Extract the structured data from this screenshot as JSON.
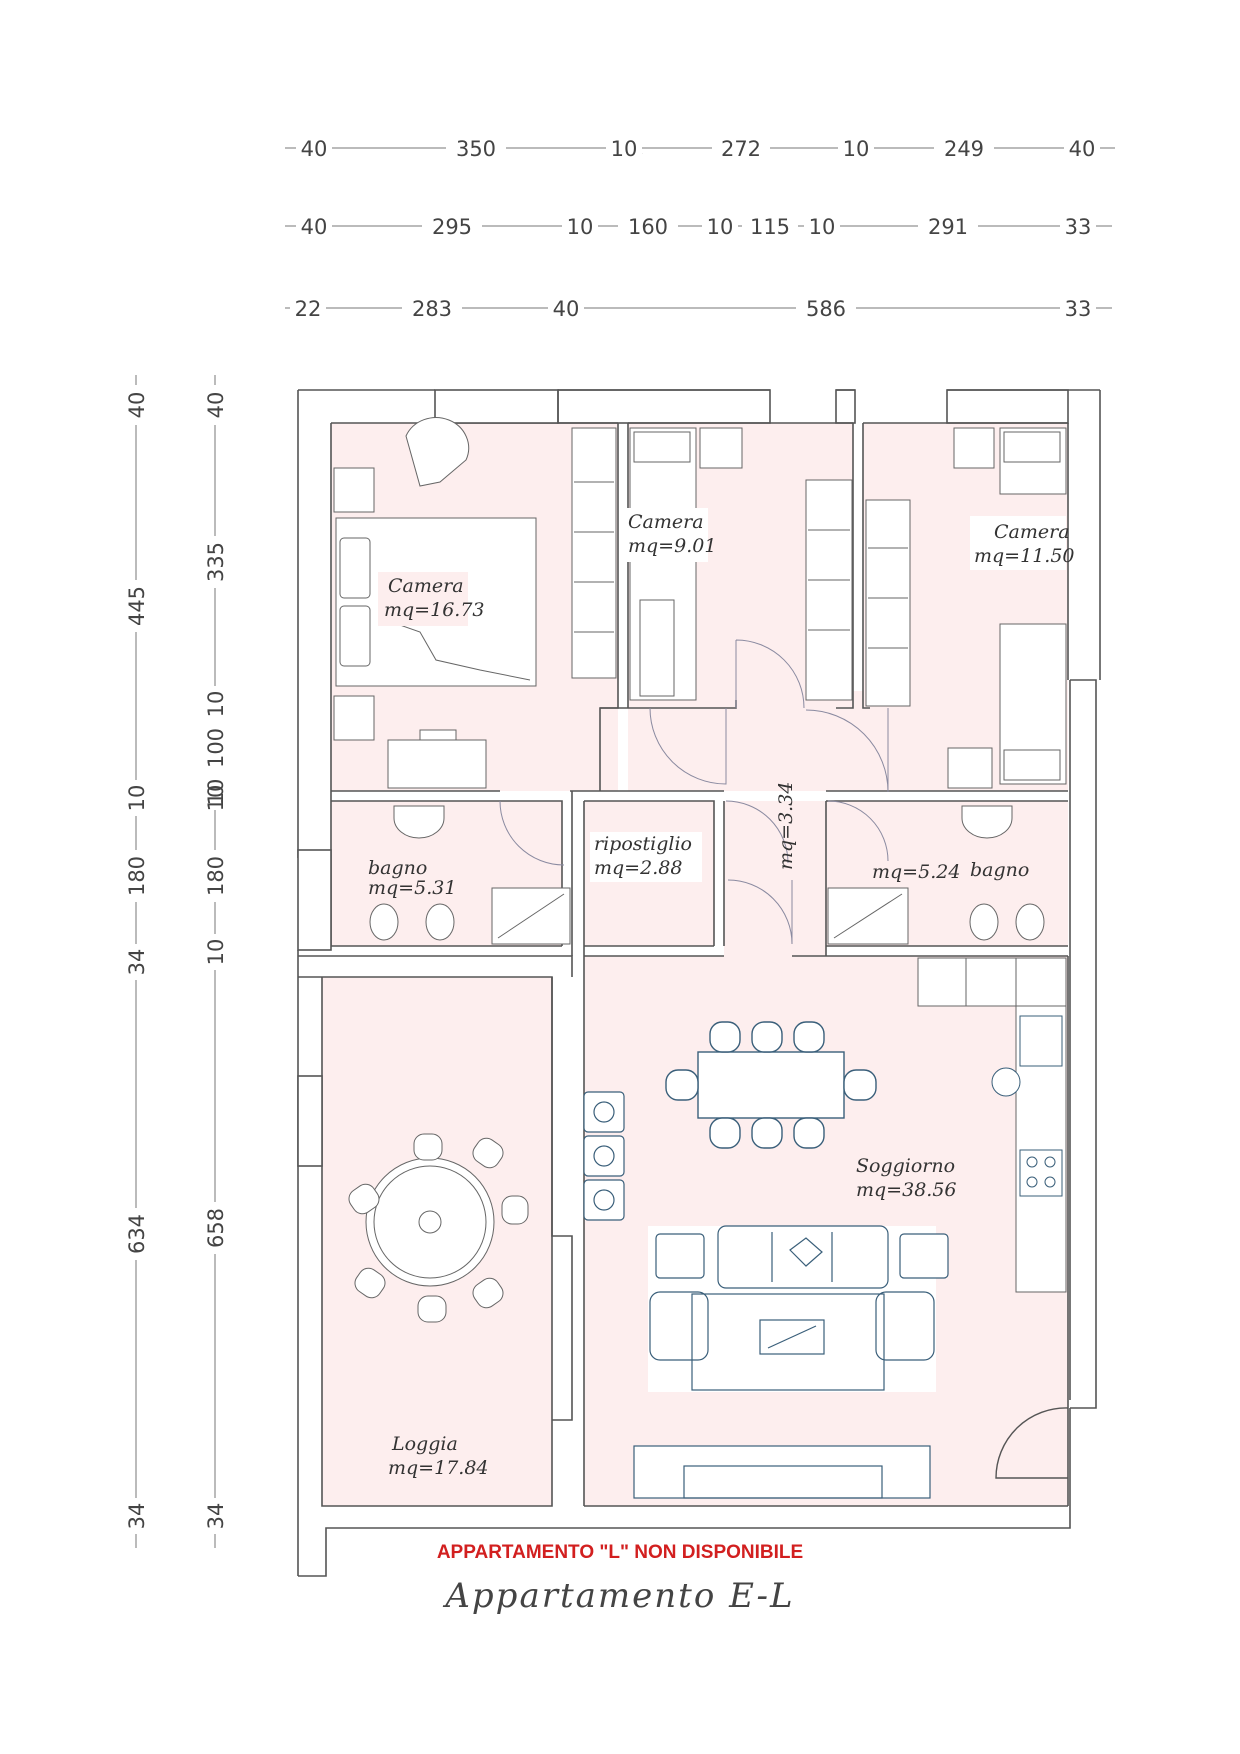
{
  "dimensions": {
    "top_row1": [
      "40",
      "350",
      "10",
      "272",
      "10",
      "249",
      "40"
    ],
    "top_row2": [
      "40",
      "295",
      "10",
      "160",
      "10",
      "115",
      "10",
      "291",
      "33"
    ],
    "top_row3": [
      "22",
      "283",
      "40",
      "586",
      "33"
    ],
    "left_col1": [
      "40",
      "445",
      "10",
      "180",
      "34",
      "634",
      "34"
    ],
    "left_col2": [
      "40",
      "335",
      "10",
      "100",
      "10",
      "10",
      "180",
      "10",
      "658",
      "34"
    ]
  },
  "rooms": {
    "camera_master": {
      "name": "Camera",
      "area": "mq=16.73"
    },
    "camera_mid": {
      "name": "Camera",
      "area": "mq=9.01"
    },
    "camera_right": {
      "name": "Camera",
      "area": "mq=11.50"
    },
    "bagno_left": {
      "name": "bagno",
      "area": "mq=5.31"
    },
    "ripostiglio": {
      "name": "ripostiglio",
      "area": "mq=2.88"
    },
    "corridoio": {
      "area": "mq=3.34"
    },
    "bagno_right": {
      "name": "bagno",
      "area": "mq=5.24"
    },
    "soggiorno": {
      "name": "Soggiorno",
      "area": "mq=38.56"
    },
    "loggia": {
      "name": "Loggia",
      "area": "mq=17.84"
    }
  },
  "notice": "APPARTAMENTO \"L\" NON DISPONIBILE",
  "subtitle": "Appartamento E-L",
  "colors": {
    "room_fill": "#fdeeee",
    "wall": "#555555",
    "furniture_blue": "#3a5f7a",
    "notice": "#d21f1f"
  }
}
